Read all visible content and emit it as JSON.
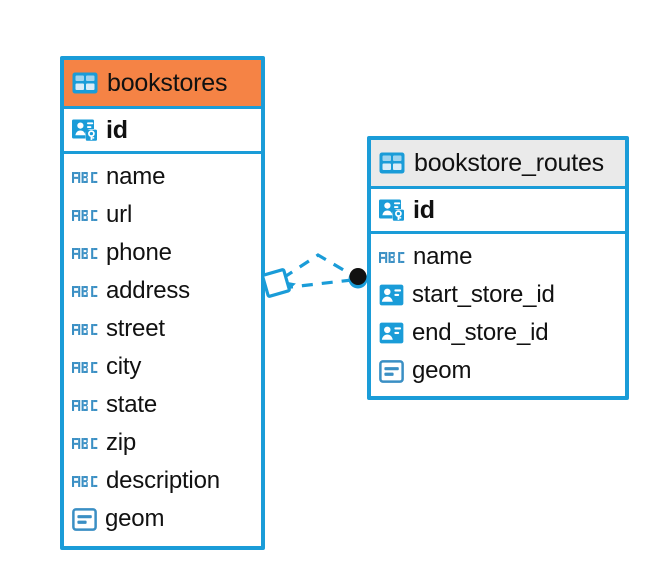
{
  "diagram": {
    "type": "entity-relationship-diagram",
    "background_color": "#ffffff",
    "accent_blue": "#1A9CD8",
    "header_orange": "#F58345",
    "header_gray": "#EAEAEA",
    "text_color": "#111111"
  },
  "entities": [
    {
      "id": "bookstores",
      "name": "bookstores",
      "header_style": "accent-orange",
      "table_icon": "table-icon",
      "primary_key": {
        "name": "id",
        "icon": "primary-key-icon"
      },
      "fields": [
        {
          "name": "name",
          "icon": "abc-icon"
        },
        {
          "name": "url",
          "icon": "abc-icon"
        },
        {
          "name": "phone",
          "icon": "abc-icon"
        },
        {
          "name": "address",
          "icon": "abc-icon"
        },
        {
          "name": "street",
          "icon": "abc-icon"
        },
        {
          "name": "city",
          "icon": "abc-icon"
        },
        {
          "name": "state",
          "icon": "abc-icon"
        },
        {
          "name": "zip",
          "icon": "abc-icon"
        },
        {
          "name": "description",
          "icon": "abc-icon"
        },
        {
          "name": "geom",
          "icon": "geometry-icon"
        }
      ]
    },
    {
      "id": "bookstore_routes",
      "name": "bookstore_routes",
      "header_style": "accent-gray",
      "table_icon": "table-icon",
      "primary_key": {
        "name": "id",
        "icon": "primary-key-icon"
      },
      "fields": [
        {
          "name": "name",
          "icon": "abc-icon"
        },
        {
          "name": "start_store_id",
          "icon": "foreign-key-icon"
        },
        {
          "name": "end_store_id",
          "icon": "foreign-key-icon"
        },
        {
          "name": "geom",
          "icon": "geometry-icon"
        }
      ]
    }
  ],
  "relationship": {
    "style": "dashed",
    "color": "#1A9CD8",
    "source_entity": "bookstores",
    "target_entity": "bookstore_routes",
    "source_marker": "diamond-marker",
    "target_marker": "filled-circle-marker",
    "target_marker_color": "#111111"
  }
}
